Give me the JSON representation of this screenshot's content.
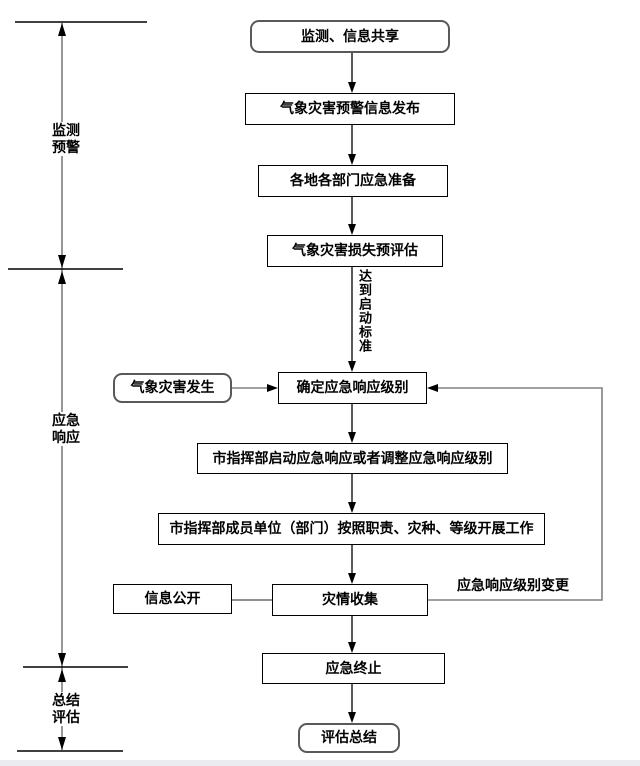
{
  "phases": [
    {
      "name": "monitoring-warning",
      "line1": "监测",
      "line2": "预警"
    },
    {
      "name": "emergency-response",
      "line1": "应急",
      "line2": "响应"
    },
    {
      "name": "summary-evaluation",
      "line1": "总结",
      "line2": "评估"
    }
  ],
  "flow": [
    {
      "label": "监测、信息共享",
      "shape": "rounded"
    },
    {
      "label": "气象灾害预警信息发布",
      "shape": "rect"
    },
    {
      "label": "各地各部门应急准备",
      "shape": "rect"
    },
    {
      "label": "气象灾害损失预评估",
      "shape": "rect"
    },
    {
      "label": "确定应急响应级别",
      "shape": "rect"
    },
    {
      "label": "市指挥部启动应急响应或者调整应急响应级别",
      "shape": "rect"
    },
    {
      "label": "市指挥部成员单位（部门）按照职责、灾种、等级开展工作",
      "shape": "rect"
    },
    {
      "label": "灾情收集",
      "shape": "rect"
    },
    {
      "label": "应急终止",
      "shape": "rect"
    },
    {
      "label": "评估总结",
      "shape": "rounded"
    }
  ],
  "side_boxes": [
    {
      "label": "气象灾害发生",
      "shape": "rounded"
    },
    {
      "label": "信息公开",
      "shape": "rect"
    }
  ],
  "annotations": {
    "trigger_condition": "达到启动标准",
    "level_change": "应急响应级别变更"
  },
  "colors": {
    "box_border": "#000000",
    "rounded_border": "#595959",
    "flow_connector": "#000000",
    "gray_connector": "#808080",
    "axis_line": "#6b6b6b"
  }
}
